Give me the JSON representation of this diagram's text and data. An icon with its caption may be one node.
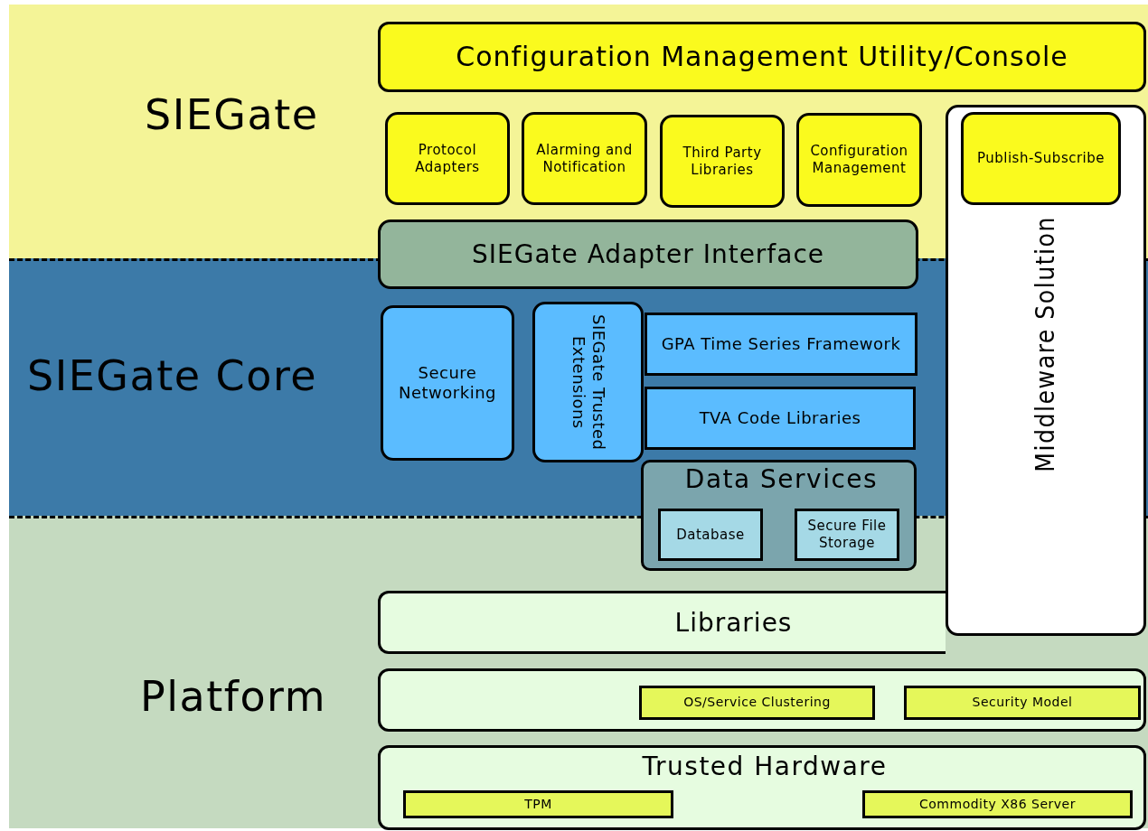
{
  "diagram": {
    "nodes": [
      {
        "text": [
          "SIEGate"
        ]
      },
      {
        "text": [
          "SIEGate Core"
        ]
      },
      {
        "text": [
          "Platform"
        ]
      },
      {
        "text": [
          "Configuration Management Utility/Console"
        ],
        "in": 0
      },
      {
        "text": [
          "Protocol Adapters"
        ],
        "in": 0
      },
      {
        "text": [
          "Alarming and Notification"
        ],
        "in": 0
      },
      {
        "text": [
          "Third Party Libraries"
        ],
        "in": 0
      },
      {
        "text": [
          "Configuration Management"
        ],
        "in": 0
      },
      {
        "text": [
          "Middleware Solution"
        ]
      },
      {
        "text": [
          "Publish-Subscribe"
        ]
      },
      {
        "text": [
          "SIEGate Adapter Interface"
        ]
      },
      {
        "text": [
          "Secure Networking"
        ],
        "in": 1
      },
      {
        "text": [
          "SIEGate Trusted Extensions"
        ],
        "in": 1
      },
      {
        "text": [
          "GPA Time Series Framework"
        ],
        "in": 1
      },
      {
        "text": [
          "TVA Code Libraries"
        ],
        "in": 1
      },
      {
        "text": [
          "Data Services"
        ]
      },
      {
        "text": [
          "Database"
        ],
        "in": 15
      },
      {
        "text": [
          "Secure File Storage"
        ],
        "in": 15
      },
      {
        "text": [
          "Libraries"
        ],
        "in": 2
      },
      {
        "text": [],
        "shape": "box",
        "in": 2
      },
      {
        "text": [
          "OS/Service Clustering"
        ],
        "in": 19
      },
      {
        "text": [
          "Security Model"
        ],
        "in": 19
      },
      {
        "text": [
          "Trusted Hardware"
        ],
        "in": 2
      },
      {
        "text": [
          "TPM"
        ],
        "in": 22
      },
      {
        "text": [
          "Commodity X86 Server"
        ],
        "in": 22
      }
    ]
  }
}
